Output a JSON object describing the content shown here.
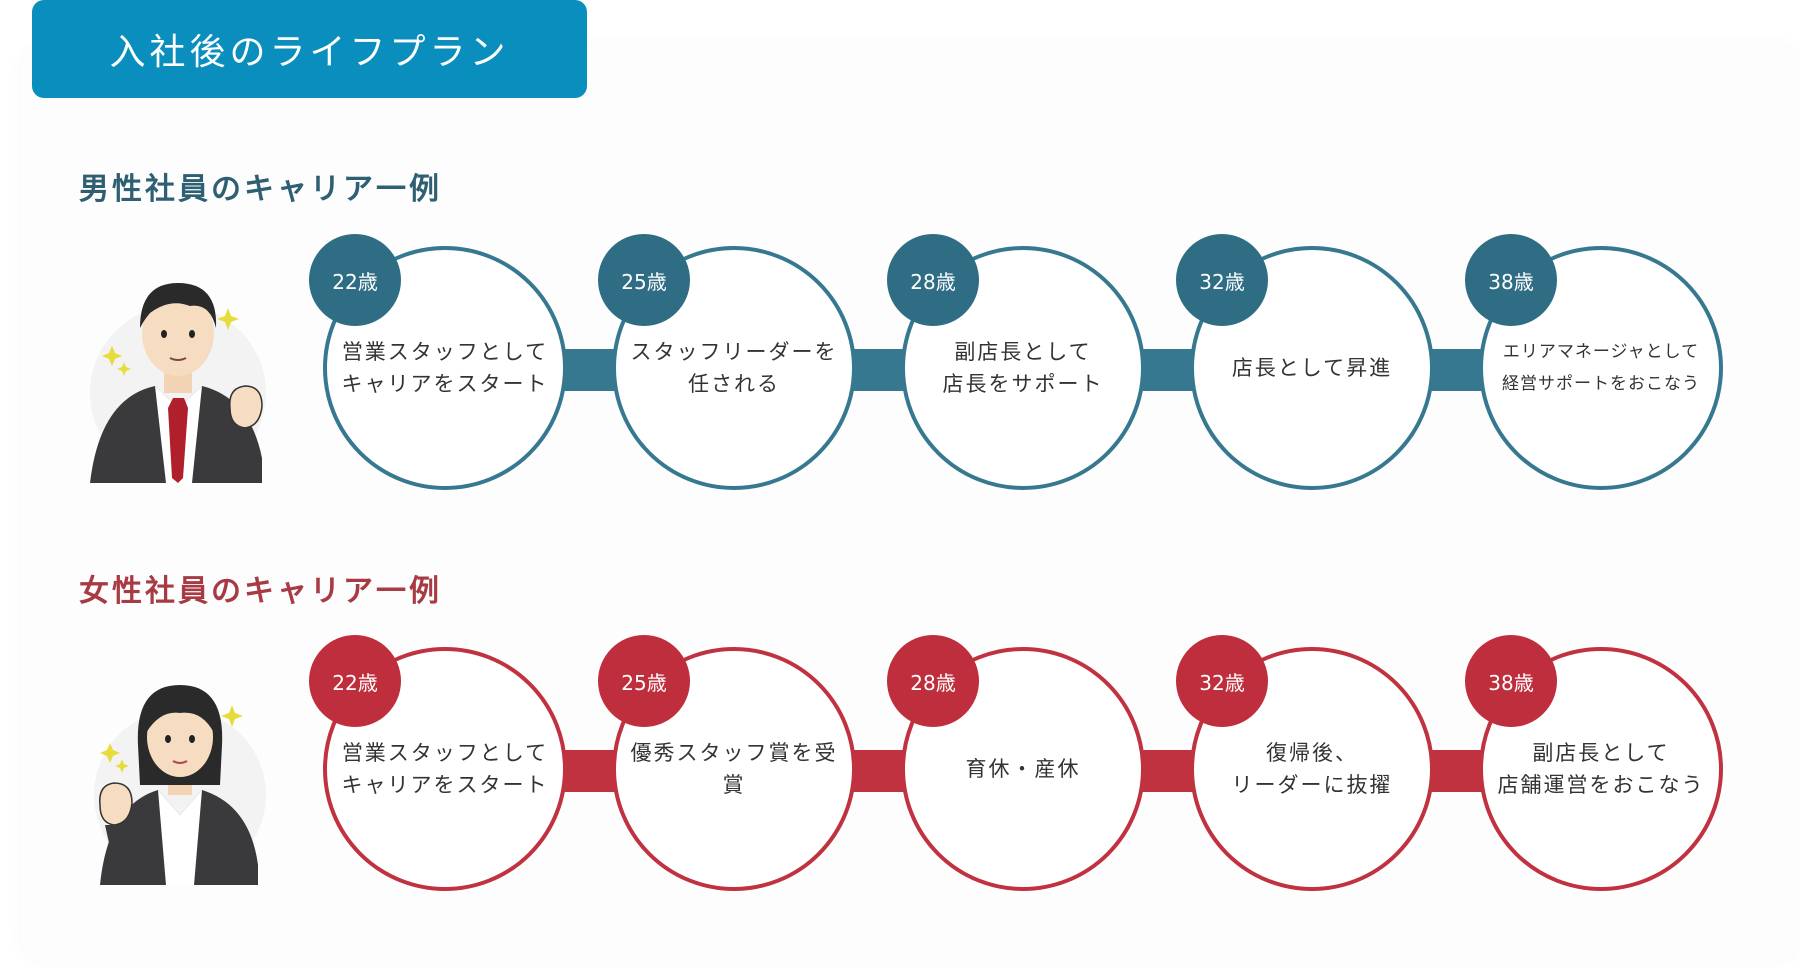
{
  "title": "入社後のライフプラン",
  "colors": {
    "title_bg": "#0a8ebd",
    "male_accent": "#377891",
    "female_accent": "#c0323f"
  },
  "male": {
    "heading": "男性社員のキャリア一例",
    "steps": [
      {
        "age": "22歳",
        "text": "営業スタッフとして\nキャリアをスタート"
      },
      {
        "age": "25歳",
        "text": "スタッフリーダーを\n任される"
      },
      {
        "age": "28歳",
        "text": "副店長として\n店長をサポート"
      },
      {
        "age": "32歳",
        "text": "店長として昇進"
      },
      {
        "age": "38歳",
        "text": "エリアマネージャとして\n経営サポートをおこなう"
      }
    ]
  },
  "female": {
    "heading": "女性社員のキャリア一例",
    "steps": [
      {
        "age": "22歳",
        "text": "営業スタッフとして\nキャリアをスタート"
      },
      {
        "age": "25歳",
        "text": "優秀スタッフ賞を受賞"
      },
      {
        "age": "28歳",
        "text": "育休・産休"
      },
      {
        "age": "32歳",
        "text": "復帰後、\nリーダーに抜擢"
      },
      {
        "age": "38歳",
        "text": "副店長として\n店舗運営をおこなう"
      }
    ]
  }
}
